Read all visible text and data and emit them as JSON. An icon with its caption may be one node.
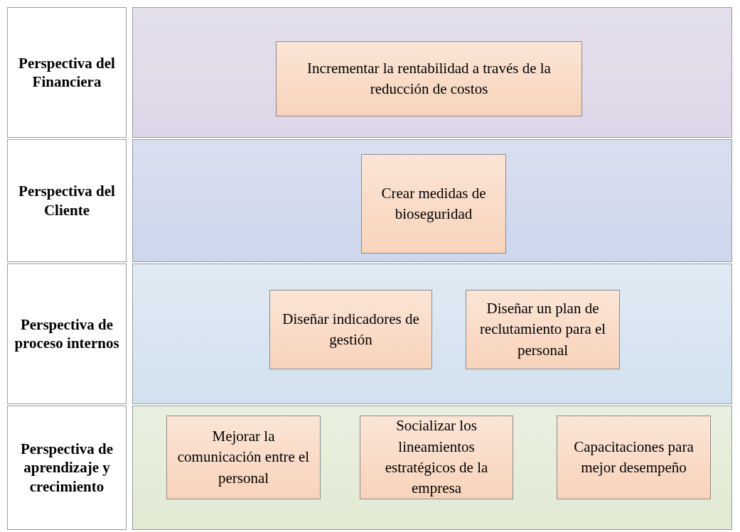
{
  "diagram": {
    "nodes": [
      {
        "text": [
          "Perspectiva del Financiera"
        ]
      },
      {
        "text": [
          "Incrementar la rentabilidad a través de la reducción de costos"
        ],
        "in": 0
      },
      {
        "text": [
          "Perspectiva del Cliente"
        ]
      },
      {
        "text": [
          "Crear medidas de bioseguridad"
        ],
        "in": 2
      },
      {
        "text": [
          "Perspectiva de proceso internos"
        ]
      },
      {
        "text": [
          "Diseñar indicadores de gestión"
        ],
        "in": 4
      },
      {
        "text": [
          "Diseñar un plan de reclutamiento para el personal"
        ],
        "in": 4
      },
      {
        "text": [
          "Perspectiva de aprendizaje y crecimiento"
        ]
      },
      {
        "text": [
          "Mejorar la comunicación entre el personal"
        ],
        "in": 7
      },
      {
        "text": [
          "Socializar los lineamientos estratégicos de la empresa"
        ],
        "in": 7
      },
      {
        "text": [
          "Capacitaciones para mejor desempeño"
        ],
        "in": 7
      }
    ],
    "edges": []
  }
}
